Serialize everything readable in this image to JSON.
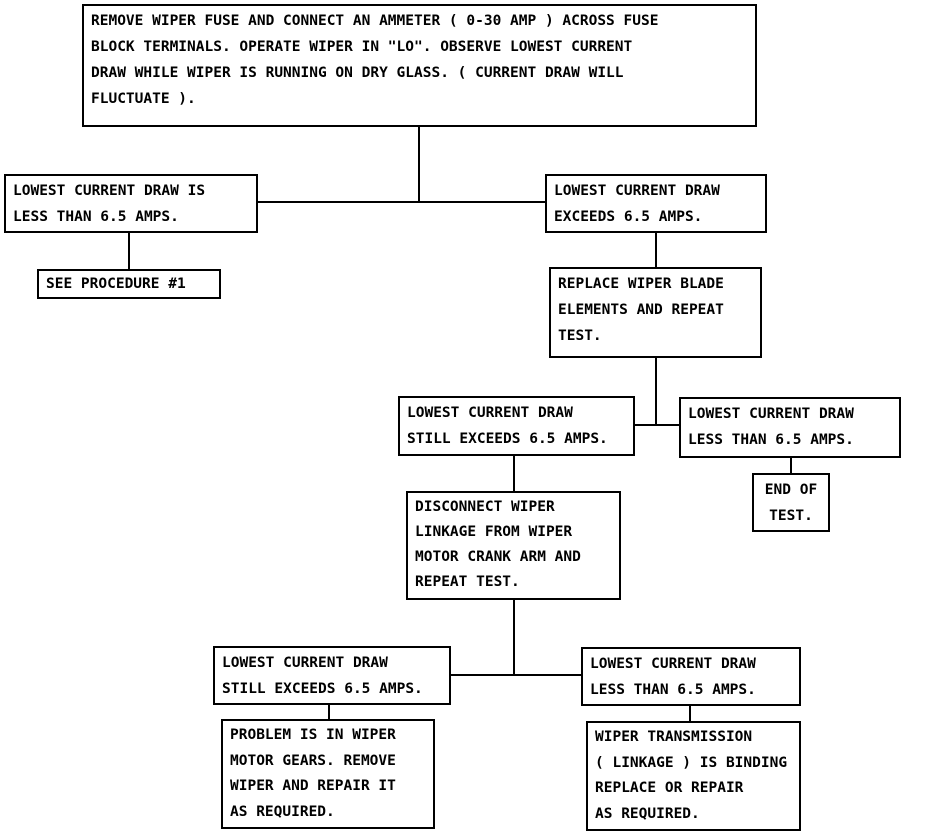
{
  "diagram": {
    "nodes": {
      "start": "REMOVE WIPER FUSE AND CONNECT AN AMMETER ( 0-30 AMP ) ACROSS FUSE\nBLOCK TERMINALS. OPERATE WIPER IN \"LO\". OBSERVE LOWEST CURRENT\nDRAW WHILE WIPER IS RUNNING ON DRY GLASS. ( CURRENT DRAW WILL\nFLUCTUATE ).",
      "low_current": "LOWEST CURRENT DRAW IS\nLESS THAN 6.5 AMPS.",
      "see_procedure": "SEE PROCEDURE #1",
      "exceeds": "LOWEST CURRENT DRAW\nEXCEEDS 6.5 AMPS.",
      "replace_blades": "REPLACE WIPER BLADE\nELEMENTS AND REPEAT\nTEST.",
      "still_exceeds_1": "LOWEST CURRENT DRAW\nSTILL EXCEEDS 6.5 AMPS.",
      "less_than_1": "LOWEST CURRENT DRAW\nLESS THAN 6.5 AMPS.",
      "end_of_test": "END OF\nTEST.",
      "disconnect_linkage": "DISCONNECT WIPER\nLINKAGE FROM WIPER\nMOTOR CRANK ARM AND\nREPEAT TEST.",
      "still_exceeds_2": "LOWEST CURRENT DRAW\nSTILL EXCEEDS 6.5 AMPS.",
      "less_than_2": "LOWEST CURRENT DRAW\nLESS THAN 6.5 AMPS.",
      "motor_gears": "PROBLEM IS IN WIPER\nMOTOR GEARS. REMOVE\nWIPER AND REPAIR IT\nAS REQUIRED.",
      "transmission": "WIPER TRANSMISSION\n( LINKAGE ) IS BINDING\nREPLACE OR REPAIR\nAS REQUIRED."
    }
  }
}
